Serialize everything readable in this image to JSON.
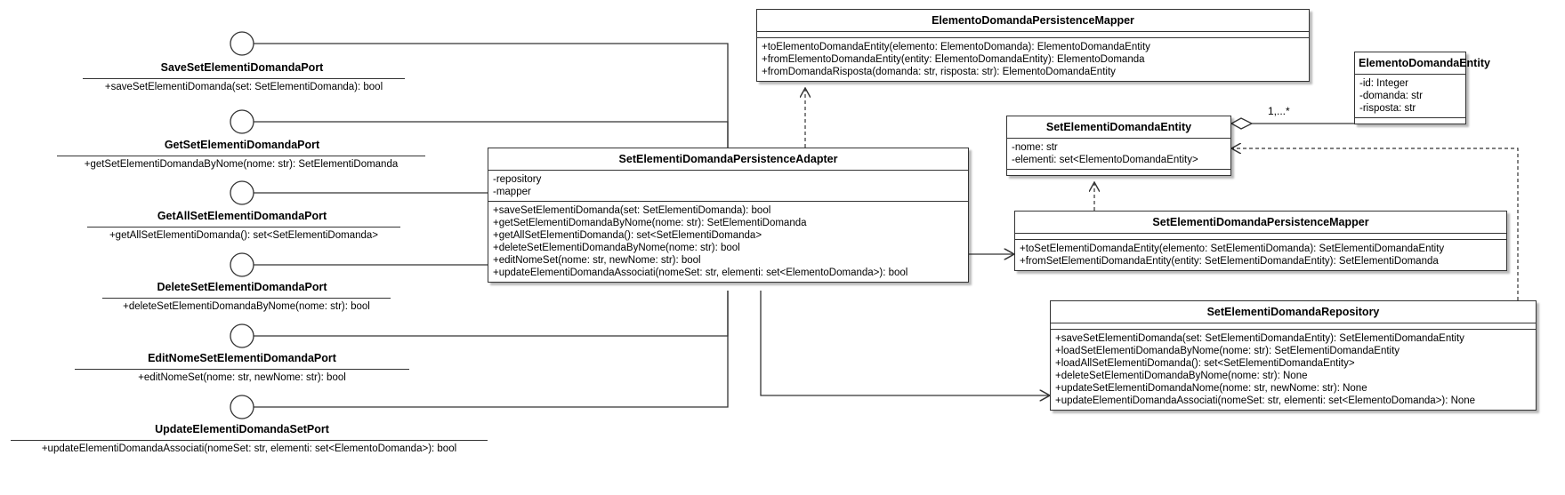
{
  "interfaces": [
    {
      "name": "SaveSetElementiDomandaPort",
      "op": "+saveSetElementiDomanda(set: SetElementiDomanda): bool"
    },
    {
      "name": "GetSetElementiDomandaPort",
      "op": "+getSetElementiDomandaByNome(nome: str): SetElementiDomanda"
    },
    {
      "name": "GetAllSetElementiDomandaPort",
      "op": "+getAllSetElementiDomanda(): set<SetElementiDomanda>"
    },
    {
      "name": "DeleteSetElementiDomandaPort",
      "op": "+deleteSetElementiDomandaByNome(nome: str): bool"
    },
    {
      "name": "EditNomeSetElementiDomandaPort",
      "op": "+editNomeSet(nome: str, newNome: str): bool"
    },
    {
      "name": "UpdateElementiDomandaSetPort",
      "op": "+updateElementiDomandaAssociati(nomeSet: str, elementi: set<ElementoDomanda>): bool"
    }
  ],
  "classes": {
    "adapter": {
      "name": "SetElementiDomandaPersistenceAdapter",
      "attributes": [
        "-repository",
        "-mapper"
      ],
      "methods": [
        "+saveSetElementiDomanda(set: SetElementiDomanda): bool",
        "+getSetElementiDomandaByNome(nome: str): SetElementiDomanda",
        "+getAllSetElementiDomanda(): set<SetElementiDomanda>",
        "+deleteSetElementiDomandaByNome(nome: str): bool",
        "+editNomeSet(nome: str, newNome: str): bool",
        "+updateElementiDomandaAssociati(nomeSet: str, elementi: set<ElementoDomanda>): bool"
      ]
    },
    "elementoMapper": {
      "name": "ElementoDomandaPersistenceMapper",
      "attributes": [],
      "methods": [
        "+toElementoDomandaEntity(elemento: ElementoDomanda): ElementoDomandaEntity",
        "+fromElementoDomandaEntity(entity: ElementoDomandaEntity): ElementoDomanda",
        "+fromDomandaRisposta(domanda: str, risposta: str): ElementoDomandaEntity"
      ]
    },
    "elementoEntity": {
      "name": "ElementoDomandaEntity",
      "attributes": [
        "-id: Integer",
        "-domanda: str",
        "-risposta: str"
      ],
      "methods": []
    },
    "setEntity": {
      "name": "SetElementiDomandaEntity",
      "attributes": [
        "-nome: str",
        "-elementi: set<ElementoDomandaEntity>"
      ],
      "methods": []
    },
    "setMapper": {
      "name": "SetElementiDomandaPersistenceMapper",
      "attributes": [],
      "methods": [
        "+toSetElementiDomandaEntity(elemento: SetElementiDomanda): SetElementiDomandaEntity",
        "+fromSetElementiDomandaEntity(entity: SetElementiDomandaEntity): SetElementiDomanda"
      ]
    },
    "repository": {
      "name": "SetElementiDomandaRepository",
      "attributes": [],
      "methods": [
        "+saveSetElementiDomanda(set: SetElementiDomandaEntity): SetElementiDomandaEntity",
        "+loadSetElementiDomandaByNome(nome: str): SetElementiDomandaEntity",
        "+loadAllSetElementiDomanda(): set<SetElementiDomandaEntity>",
        "+deleteSetElementiDomandaByNome(nome: str): None",
        "+updateSetElementiDomandaNome(nome: str, newNome: str): None",
        "+updateElementiDomandaAssociati(nomeSet: str, elementi: set<ElementoDomanda>): None"
      ]
    }
  },
  "association": {
    "multiplicity": "1,...*"
  }
}
